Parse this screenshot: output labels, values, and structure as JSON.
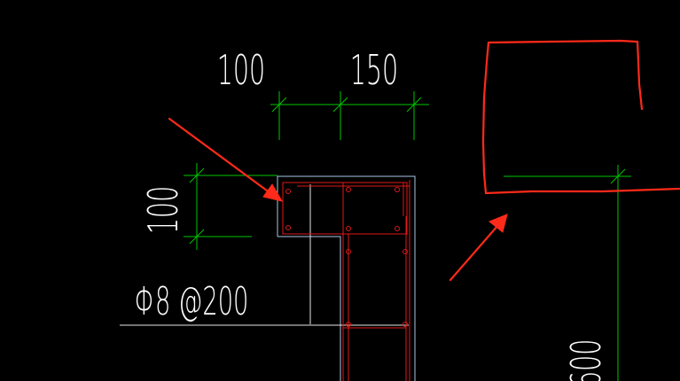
{
  "drawing": {
    "dimensions": {
      "top_left": "100",
      "top_right": "150",
      "left_vertical": "100",
      "right_vertical_partial": "600"
    },
    "rebar_note": "Φ8 @200"
  },
  "colors": {
    "background": "#000000",
    "dimension_lines": "#00c800",
    "concrete_outline": "#a8c8e8",
    "rebar": "#e01818",
    "leader_lines": "#ffffff",
    "annotation_markup": "#ff2a1a",
    "text": "#ffffff"
  }
}
